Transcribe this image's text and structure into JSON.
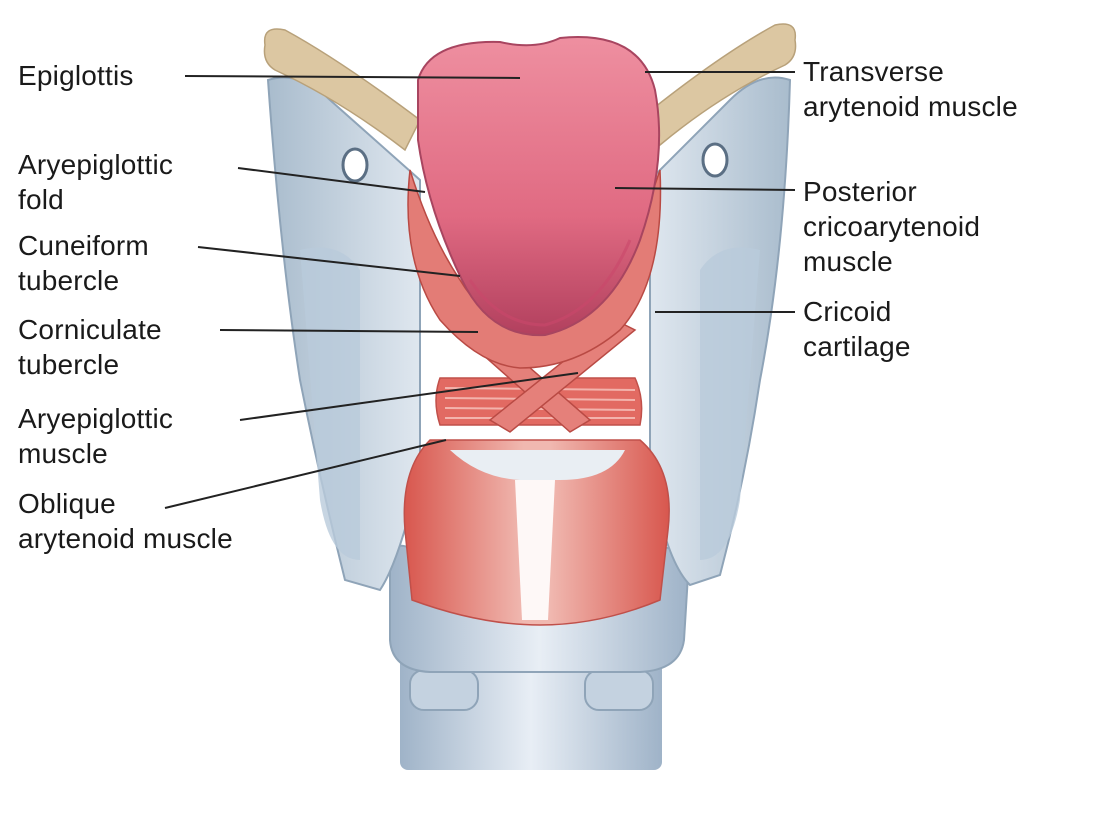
{
  "labels": {
    "epiglottis": [
      "Epiglottis"
    ],
    "aryepiglottic_fold": [
      "Aryepiglottic",
      "fold"
    ],
    "cuneiform_tubercle": [
      "Cuneiform",
      "tubercle"
    ],
    "corniculate_tubercle": [
      "Corniculate",
      "tubercle"
    ],
    "aryepiglottic_muscle": [
      "Aryepiglottic",
      "muscle"
    ],
    "oblique_arytenoid_muscle": [
      "Oblique",
      "arytenoid muscle"
    ],
    "transverse_arytenoid_muscle": [
      "Transverse",
      "arytenoid muscle"
    ],
    "posterior_cricoarytenoid_muscle": [
      "Posterior",
      "cricoarytenoid",
      "muscle"
    ],
    "cricoid_cartilage": [
      "Cricoid",
      "cartilage"
    ]
  },
  "colors": {
    "epiglottis": "#e56a80",
    "muscle": "#d9605a",
    "cartilage_blue": "#b8c8d8",
    "cartilage_light": "#e6edf4",
    "hyoid_horn": "#d9c4a0",
    "leader_line": "#222222"
  }
}
